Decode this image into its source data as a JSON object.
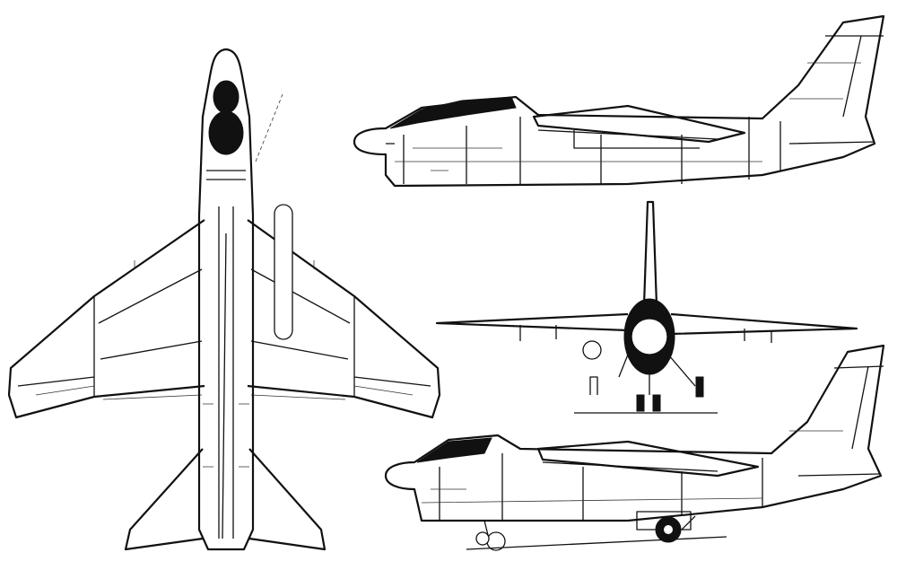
{
  "drawing": {
    "subject": "aircraft-three-view",
    "views": [
      "top",
      "side",
      "front",
      "side-gear-down"
    ],
    "colors": {
      "line": "#111111",
      "background": "#ffffff",
      "canopy": "#111111"
    }
  }
}
